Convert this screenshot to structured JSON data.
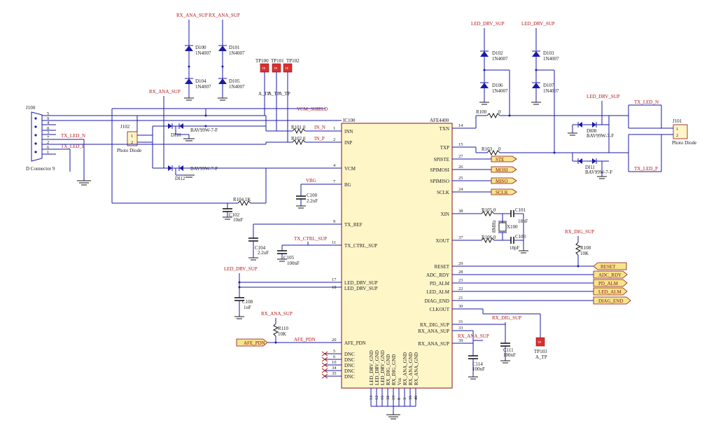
{
  "ic": {
    "ref": "IC100",
    "part": "AFE4400",
    "left_pins": [
      {
        "num": "1",
        "name": "INN"
      },
      {
        "num": "2",
        "name": "INP"
      },
      {
        "num": "4",
        "name": "VCM"
      },
      {
        "num": "7",
        "name": "BG"
      },
      {
        "num": "9",
        "name": "TX_REF"
      },
      {
        "num": "11",
        "name": "TX_CTRL_SUP"
      },
      {
        "num": "17",
        "name": "LED_DRV_SUP"
      },
      {
        "num": "18",
        "name": "LED_DRV_SUP"
      },
      {
        "num": "20",
        "name": "AFE_PDN"
      },
      {
        "num": "5",
        "name": "DNC"
      },
      {
        "num": "6",
        "name": "DNC"
      },
      {
        "num": "10",
        "name": "DNC"
      },
      {
        "num": "34",
        "name": "DNC"
      },
      {
        "num": "35",
        "name": "DNC"
      }
    ],
    "right_pins": [
      {
        "num": "14",
        "name": "TXN"
      },
      {
        "num": "15",
        "name": "TXP"
      },
      {
        "num": "27",
        "name": "SPISTE"
      },
      {
        "num": "26",
        "name": "SPIMOSI"
      },
      {
        "num": "25",
        "name": "SPIMISO"
      },
      {
        "num": "24",
        "name": "SCLK"
      },
      {
        "num": "38",
        "name": "XIN"
      },
      {
        "num": "37",
        "name": "XOUT"
      },
      {
        "num": "29",
        "name": "RESET"
      },
      {
        "num": "28",
        "name": "ADC_RDY"
      },
      {
        "num": "23",
        "name": "PD_ALM"
      },
      {
        "num": "22",
        "name": "LED_ALM"
      },
      {
        "num": "21",
        "name": "DIAG_END"
      },
      {
        "num": "30",
        "name": "CLKOUT"
      },
      {
        "num": "31",
        "name": "RX_DIG_SUP"
      },
      {
        "num": "33",
        "name": "RX_ANA_SUP"
      },
      {
        "num": "39",
        "name": "RX_ANA_SUP"
      }
    ],
    "bottom_pins": [
      {
        "num": "13",
        "name": "LED_DRV_GND"
      },
      {
        "num": "12",
        "name": "LED_DRV_GND"
      },
      {
        "num": "16",
        "name": "LED_DRV_GND"
      },
      {
        "num": "32",
        "name": "RX_DIG_GND"
      },
      {
        "num": "19",
        "name": "RX_DIG_GND"
      },
      {
        "num": "8",
        "name": "Vss"
      },
      {
        "num": "3",
        "name": "RX_ANA_GND"
      },
      {
        "num": "36",
        "name": "RX_ANA_GND"
      },
      {
        "num": "40",
        "name": "RX_ANA_GND"
      }
    ]
  },
  "ports": {
    "ste": "STE",
    "mosi": "MOSI",
    "miso": "MISO",
    "sclk": "SCLK",
    "reset": "RESET",
    "adc_rdy": "ADC_RDY",
    "pd_alm": "PD_ALM",
    "led_alm": "LED_ALM",
    "diag_end": "DIAG_END",
    "afe_pdn": "AFE_PDN"
  },
  "nets": {
    "rx_ana_sup": "RX_ANA_SUP",
    "led_drv_sup": "LED_DRV_SUP",
    "rx_dig_sup": "RX_DIG_SUP",
    "tx_ctrl_sup": "TX_CTRL_SUP",
    "vbg": "VBG",
    "vcm_shield": "VCM_SHIELD",
    "in_n": "IN_N",
    "in_p": "IN_P",
    "tx_led_n": "TX_LED_N",
    "tx_led_p": "TX_LED_P",
    "afe_pdn": "AFE_PDN",
    "tp_a": "A_TP",
    "tp_b": "A_TP"
  },
  "diodes": [
    {
      "ref": "D100",
      "part": "1N4007"
    },
    {
      "ref": "D101",
      "part": "1N4007"
    },
    {
      "ref": "D104",
      "part": "1N4007"
    },
    {
      "ref": "D105",
      "part": "1N4007"
    },
    {
      "ref": "D102",
      "part": "1N4007"
    },
    {
      "ref": "D103",
      "part": "1N4007"
    },
    {
      "ref": "D106",
      "part": "1N4007"
    },
    {
      "ref": "D107",
      "part": "1N4007"
    },
    {
      "ref": "DI10",
      "part": "BAV99W-7-F"
    },
    {
      "ref": "DI12",
      "part": "BAV99W-7-F"
    },
    {
      "ref": "DI08",
      "part": "BAV99W-7-F"
    },
    {
      "ref": "DI11",
      "part": "BAV99W-7-F"
    }
  ],
  "resistors": [
    {
      "ref": "R101",
      "value": "0"
    },
    {
      "ref": "R102",
      "value": "0"
    },
    {
      "ref": "R104",
      "value": "1K"
    },
    {
      "ref": "R100",
      "value": "0"
    },
    {
      "ref": "R103",
      "value": "0"
    },
    {
      "ref": "R105",
      "value": "0"
    },
    {
      "ref": "R106",
      "value": "0"
    },
    {
      "ref": "R108",
      "value": "10K"
    },
    {
      "ref": "R110",
      "value": "10K"
    }
  ],
  "capacitors": [
    {
      "ref": "C100",
      "value": "2.2uF"
    },
    {
      "ref": "C102",
      "value": "10nF"
    },
    {
      "ref": "C104",
      "value": "2.2uF"
    },
    {
      "ref": "C105",
      "value": "100nF"
    },
    {
      "ref": "C108",
      "value": "1uF"
    },
    {
      "ref": "C101",
      "value": "18pF"
    },
    {
      "ref": "C103",
      "value": "18pF"
    },
    {
      "ref": "C111",
      "value": "100nF"
    },
    {
      "ref": "C114",
      "value": "100nF"
    }
  ],
  "crystal": {
    "ref": "X100",
    "freq": "8MHz"
  },
  "testpoints": [
    {
      "ref": "TP100",
      "mark": "TP"
    },
    {
      "ref": "TP101",
      "mark": "TP"
    },
    {
      "ref": "TP102",
      "mark": "TP"
    },
    {
      "ref": "TP103",
      "mark": "TP",
      "net": "A_TP"
    }
  ],
  "connectors": {
    "j100": {
      "ref": "J100",
      "desc": "D Connector 9",
      "pins": [
        "5",
        "9",
        "4",
        "8",
        "3",
        "7",
        "2",
        "6",
        "1"
      ]
    },
    "j102": {
      "ref": "J102",
      "desc": "Photo Diode",
      "pins": [
        "1",
        "2"
      ]
    },
    "j101": {
      "ref": "J101",
      "desc": "Photo Diode",
      "pins": [
        "1",
        "2"
      ]
    }
  },
  "tp_labels": [
    "A_TP",
    "A_TP",
    "A_TP"
  ]
}
